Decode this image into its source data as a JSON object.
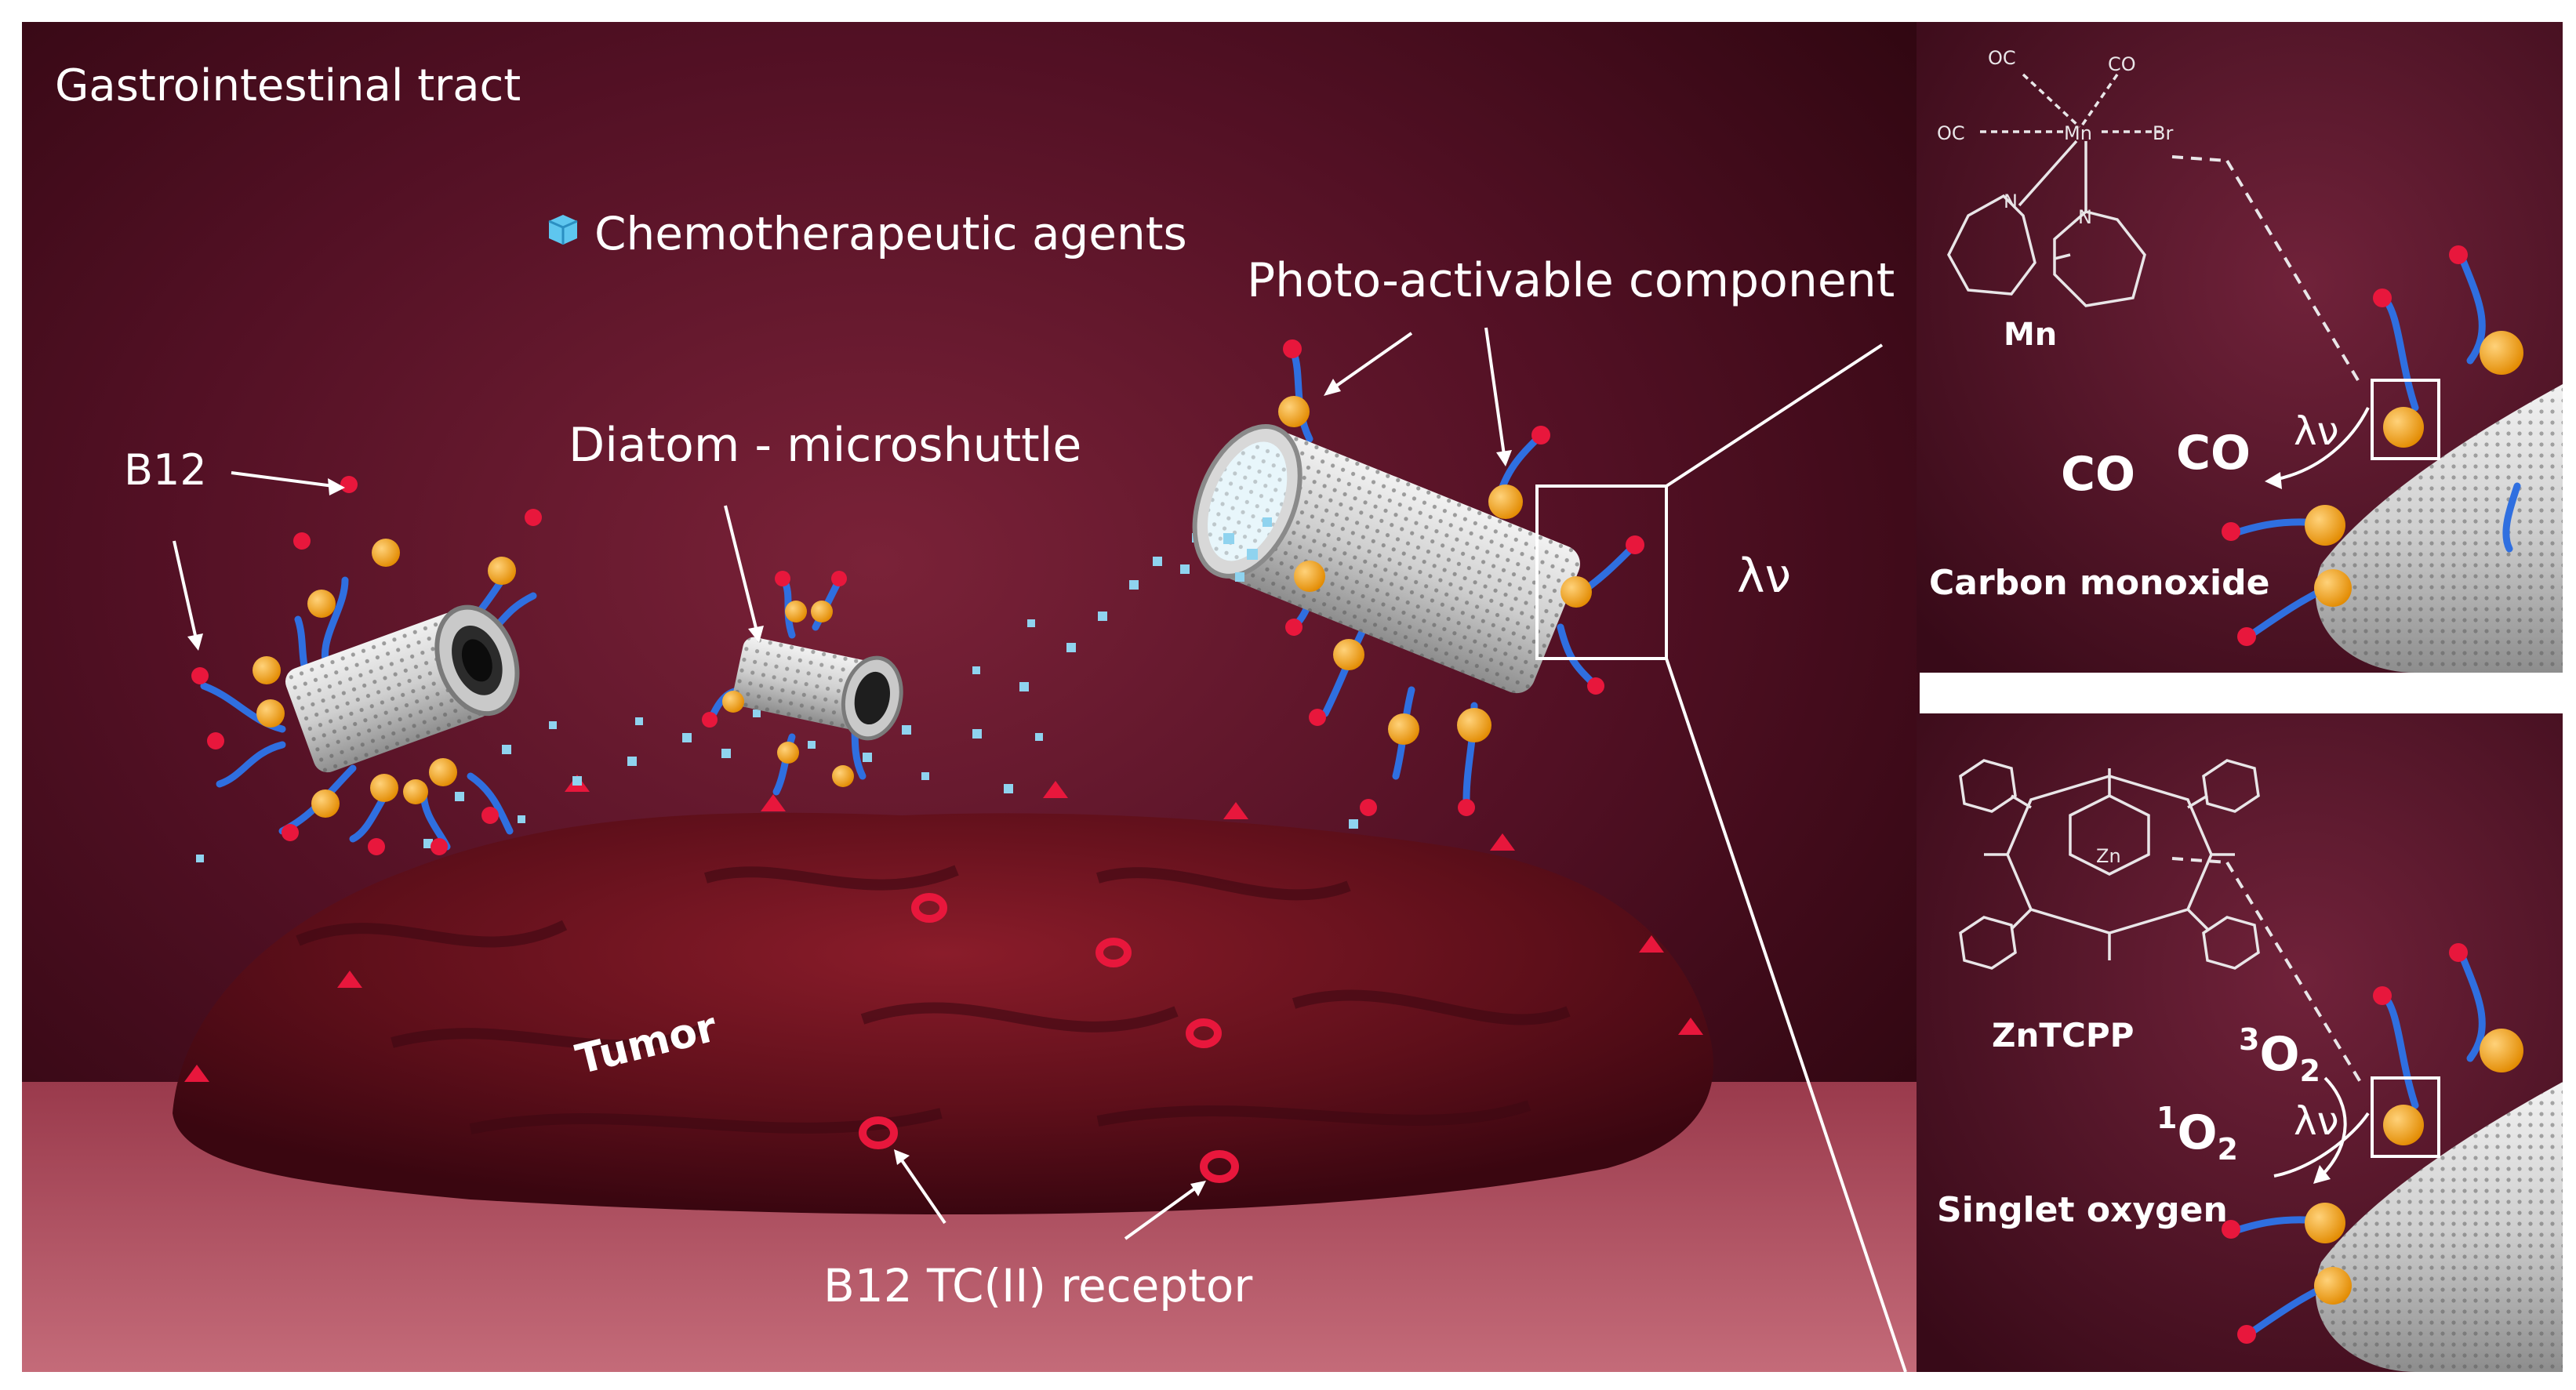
{
  "main_panel": {
    "title": "Gastrointestinal tract",
    "legend_chemo": "Chemotherapeutic agents",
    "label_photo": "Photo-activable component",
    "label_diatom": "Diatom - microshuttle",
    "label_b12": "B12",
    "label_lambda": "λν",
    "label_tumor": "Tumor",
    "label_receptor": "B12 TC(II) receptor"
  },
  "panel_mn": {
    "ligand_oc_tl": "OC",
    "ligand_co_tr": "CO",
    "ligand_oc_l": "OC",
    "ligand_mn": "Mn",
    "ligand_br": "Br",
    "n_left": "N",
    "n_right": "N",
    "compound": "Mn",
    "co_1": "CO",
    "co_2": "CO",
    "lambda": "λν",
    "caption": "Carbon monoxide"
  },
  "panel_zn": {
    "center": "Zn",
    "compound": "ZnTCPP",
    "triplet_sup": "3",
    "triplet_base": "O",
    "triplet_sub": "2",
    "singlet_sup": "1",
    "singlet_base": "O",
    "singlet_sub": "2",
    "lambda": "λν",
    "caption": "Singlet oxygen"
  },
  "colors": {
    "background_dark": "#4a0c1c",
    "tumor": "#6e1420",
    "linker": "#2f6fe0",
    "node": "#f2a21c",
    "receptor": "#e8173c",
    "drug": "#8fd3ef"
  }
}
